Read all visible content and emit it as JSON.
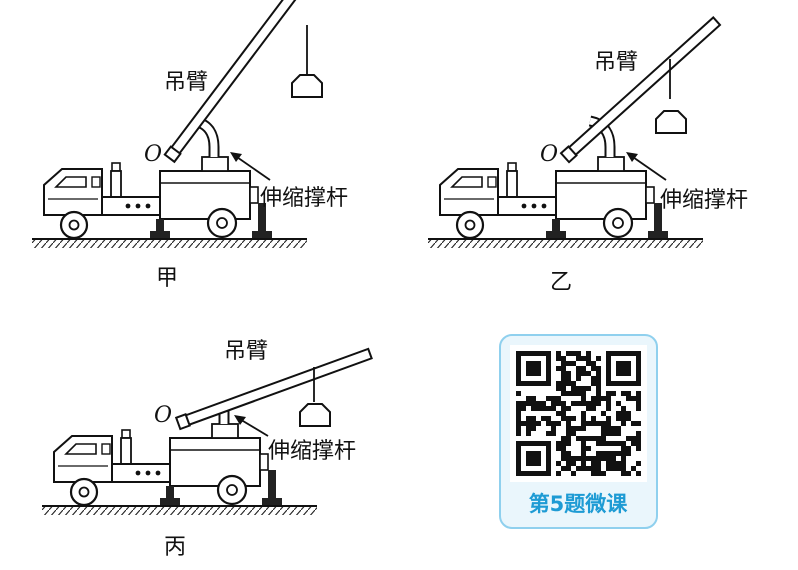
{
  "figures": [
    {
      "id": "jia",
      "caption": "甲",
      "arm_label": "吊臂",
      "strut_label": "伸缩撑杆",
      "pivot_label": "O"
    },
    {
      "id": "yi",
      "caption": "乙",
      "arm_label": "吊臂",
      "strut_label": "伸缩撑杆",
      "pivot_label": "O"
    },
    {
      "id": "bing",
      "caption": "丙",
      "arm_label": "吊臂",
      "strut_label": "伸缩撑杆",
      "pivot_label": "O"
    }
  ],
  "qr": {
    "caption": "第5题微课",
    "accent_color": "#1e9bd4"
  }
}
